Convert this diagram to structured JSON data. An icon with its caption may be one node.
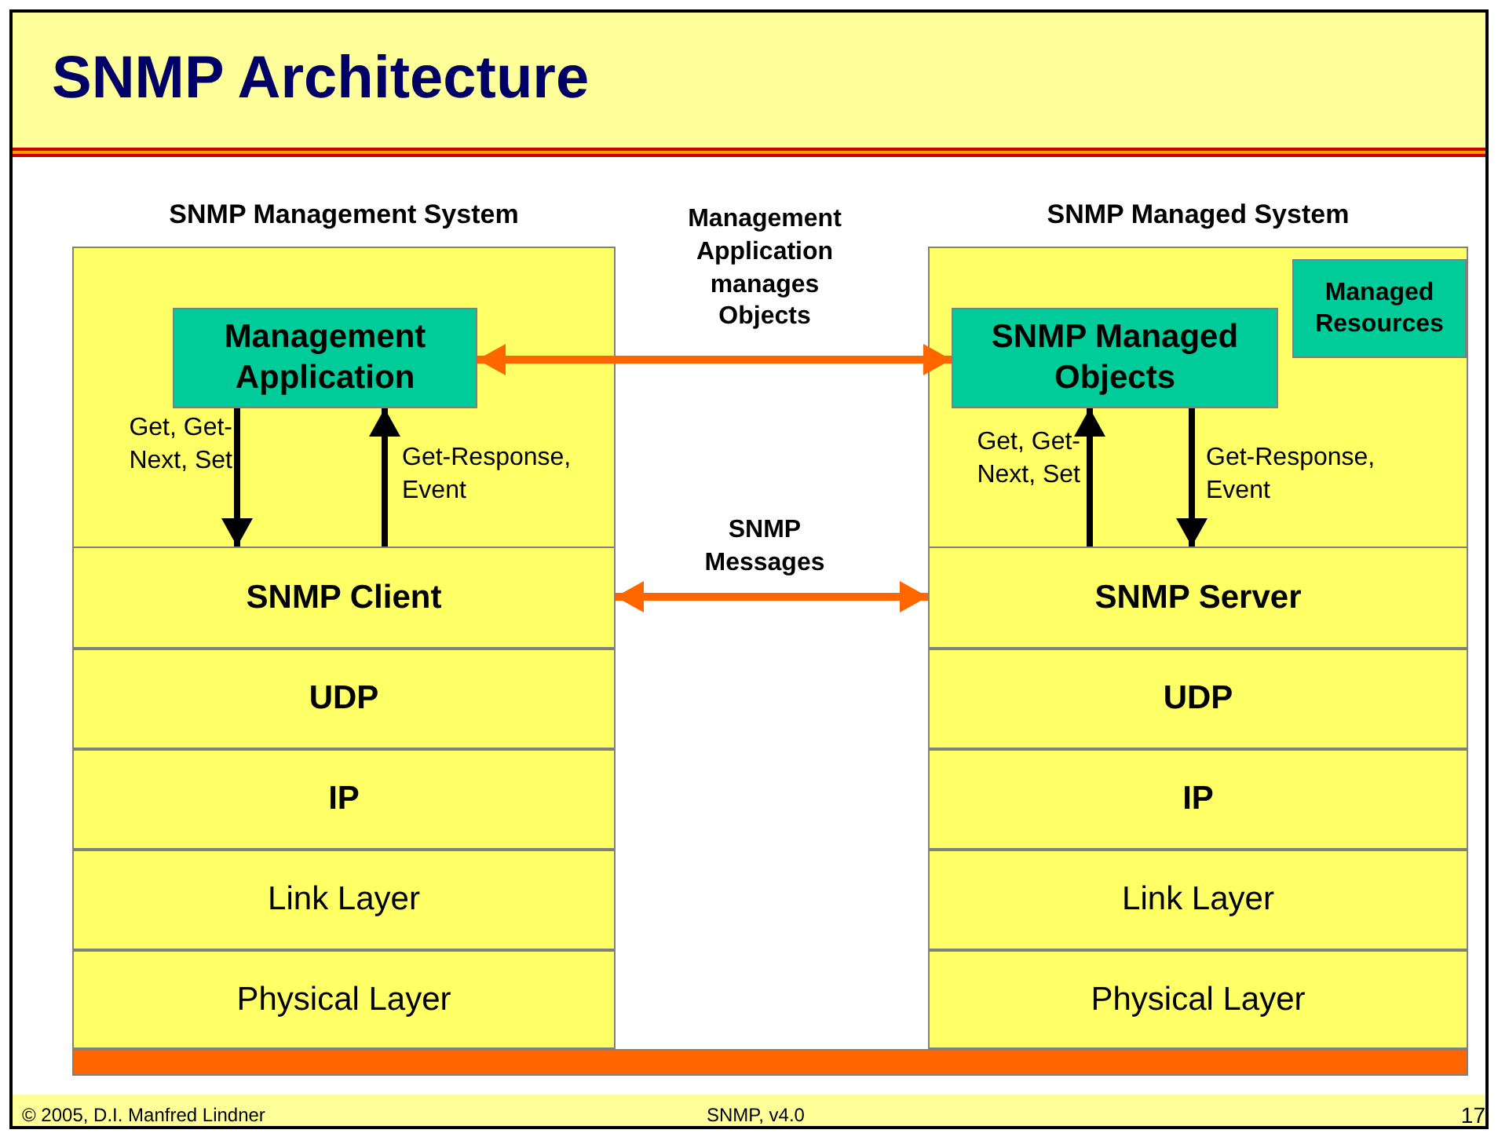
{
  "diagram": {
    "title": "SNMP Architecture",
    "nodes": [
      {
        "text": [
          "SNMP Management System"
        ]
      },
      {
        "text": [
          "Management Application"
        ],
        "in": 0
      },
      {
        "text": [
          "SNMP Client"
        ],
        "in": 0
      },
      {
        "text": [
          "UDP"
        ],
        "in": 0
      },
      {
        "text": [
          "IP"
        ],
        "in": 0
      },
      {
        "text": [
          "Link Layer"
        ],
        "in": 0
      },
      {
        "text": [
          "Physical Layer"
        ],
        "in": 0
      },
      {
        "text": [
          "SNMP Managed System"
        ]
      },
      {
        "text": [
          "Managed Resources"
        ],
        "in": 7
      },
      {
        "text": [
          "SNMP Managed Objects"
        ],
        "in": 7
      },
      {
        "text": [
          "SNMP Server"
        ],
        "in": 7
      },
      {
        "text": [
          "UDP"
        ],
        "in": 7
      },
      {
        "text": [
          "IP"
        ],
        "in": 7
      },
      {
        "text": [
          "Link Layer"
        ],
        "in": 7
      },
      {
        "text": [
          "Physical Layer"
        ],
        "in": 7
      },
      {
        "text": [],
        "shape": "bar"
      }
    ],
    "edges": [
      {
        "from": 1,
        "to": 2,
        "arrow": "to",
        "label": "Get, Get-Next, Set"
      },
      {
        "from": 2,
        "to": 1,
        "arrow": "to",
        "label": "Get-Response, Event"
      },
      {
        "from": 1,
        "to": 9,
        "arrow": "both",
        "label": "Management Application manages Objects",
        "color": "#ff6600"
      },
      {
        "from": 10,
        "to": 9,
        "arrow": "to",
        "label": "Get, Get-Next, Set"
      },
      {
        "from": 9,
        "to": 10,
        "arrow": "to",
        "label": "Get-Response, Event"
      },
      {
        "from": 2,
        "to": 10,
        "arrow": "both",
        "label": "SNMP Messages",
        "color": "#ff6600"
      }
    ],
    "labels": [
      "© 2005, D.I. Manfred Lindner",
      "SNMP, v4.0",
      "17"
    ]
  }
}
